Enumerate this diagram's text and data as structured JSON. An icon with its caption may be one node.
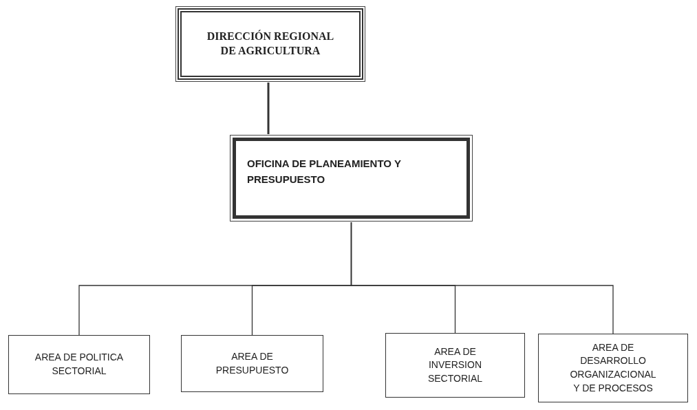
{
  "diagram": {
    "nodes": [
      {
        "text": [
          "DIRECCIÓN REGIONAL DE AGRICULTURA"
        ]
      },
      {
        "text": [
          "OFICINA DE PLANEAMIENTO Y PRESUPUESTO"
        ]
      },
      {
        "text": [
          "AREA DE POLITICA SECTORIAL"
        ]
      },
      {
        "text": [
          "AREA DE PRESUPUESTO"
        ]
      },
      {
        "text": [
          "AREA DE INVERSION SECTORIAL"
        ]
      },
      {
        "text": [
          "AREA DE DESARROLLO ORGANIZACIONAL Y DE PROCESOS"
        ]
      }
    ],
    "edges": [
      {
        "from": 0,
        "to": 1,
        "arrow": "none",
        "style": "thick"
      },
      {
        "from": 1,
        "to": 2,
        "arrow": "none"
      },
      {
        "from": 1,
        "to": 3,
        "arrow": "none"
      },
      {
        "from": 1,
        "to": 4,
        "arrow": "none"
      },
      {
        "from": 1,
        "to": 5,
        "arrow": "none"
      }
    ]
  }
}
